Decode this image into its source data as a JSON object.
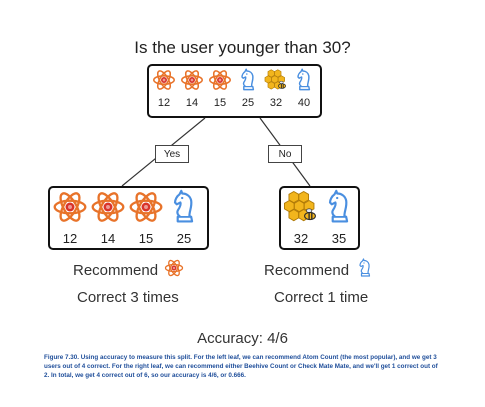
{
  "question": "Is the user younger than 30?",
  "branches": {
    "yes": "Yes",
    "no": "No"
  },
  "root": {
    "users": [
      {
        "icon": "atom-icon",
        "age": "12"
      },
      {
        "icon": "atom-icon",
        "age": "14"
      },
      {
        "icon": "atom-icon",
        "age": "15"
      },
      {
        "icon": "chess-knight-icon",
        "age": "25"
      },
      {
        "icon": "beehive-icon",
        "age": "32"
      },
      {
        "icon": "chess-knight-icon",
        "age": "40"
      }
    ]
  },
  "left_leaf": {
    "users": [
      {
        "icon": "atom-icon",
        "age": "12"
      },
      {
        "icon": "atom-icon",
        "age": "14"
      },
      {
        "icon": "atom-icon",
        "age": "15"
      },
      {
        "icon": "chess-knight-icon",
        "age": "25"
      }
    ],
    "recommend_label": "Recommend",
    "recommend_icon": "atom-icon",
    "correct": "Correct 3 times"
  },
  "right_leaf": {
    "users": [
      {
        "icon": "beehive-icon",
        "age": "32"
      },
      {
        "icon": "chess-knight-icon",
        "age": "35"
      }
    ],
    "recommend_label": "Recommend",
    "recommend_icon": "chess-knight-icon",
    "correct": "Correct 1 time"
  },
  "accuracy": "Accuracy: 4/6",
  "caption": "Figure 7.30. Using accuracy to measure this split. For the left leaf, we can recommend Atom Count (the most popular), and we get 3 users out of 4 correct. For the right leaf, we can recommend either Beehive Count or Check Mate Mate, and we'll get 1 correct out of 2. In total, we get 4 correct out of 6, so our accuracy is 4/6, or 0.666.",
  "colors": {
    "atom": "#e8732a",
    "atom_core": "#d9342b",
    "knight": "#4a8fe0",
    "hive": "#f2b51d",
    "bee": "#2b2b2b",
    "caption": "#1f4e9a"
  }
}
